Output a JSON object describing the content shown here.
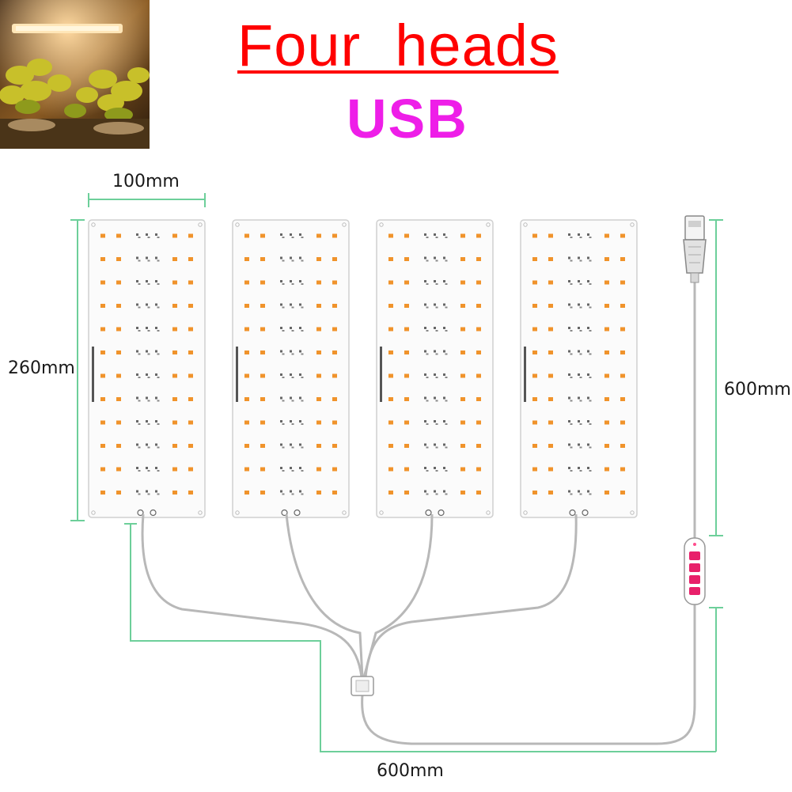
{
  "title": "Four  heads",
  "subtitle": "USB",
  "dimensions": {
    "width": "100mm",
    "height": "260mm",
    "cable_length": "600mm",
    "total_width": "600mm"
  },
  "panels": {
    "count": 4,
    "led_color": "#f0932b"
  },
  "colors": {
    "title": "#ff0000",
    "subtitle": "#ee1ee8",
    "dimension_line": "#6dcf9a",
    "switch_button": "#e8206a"
  },
  "icons": [
    "plant-photo",
    "usb-plug-icon",
    "inline-switch-icon",
    "cable-splitter-icon"
  ]
}
